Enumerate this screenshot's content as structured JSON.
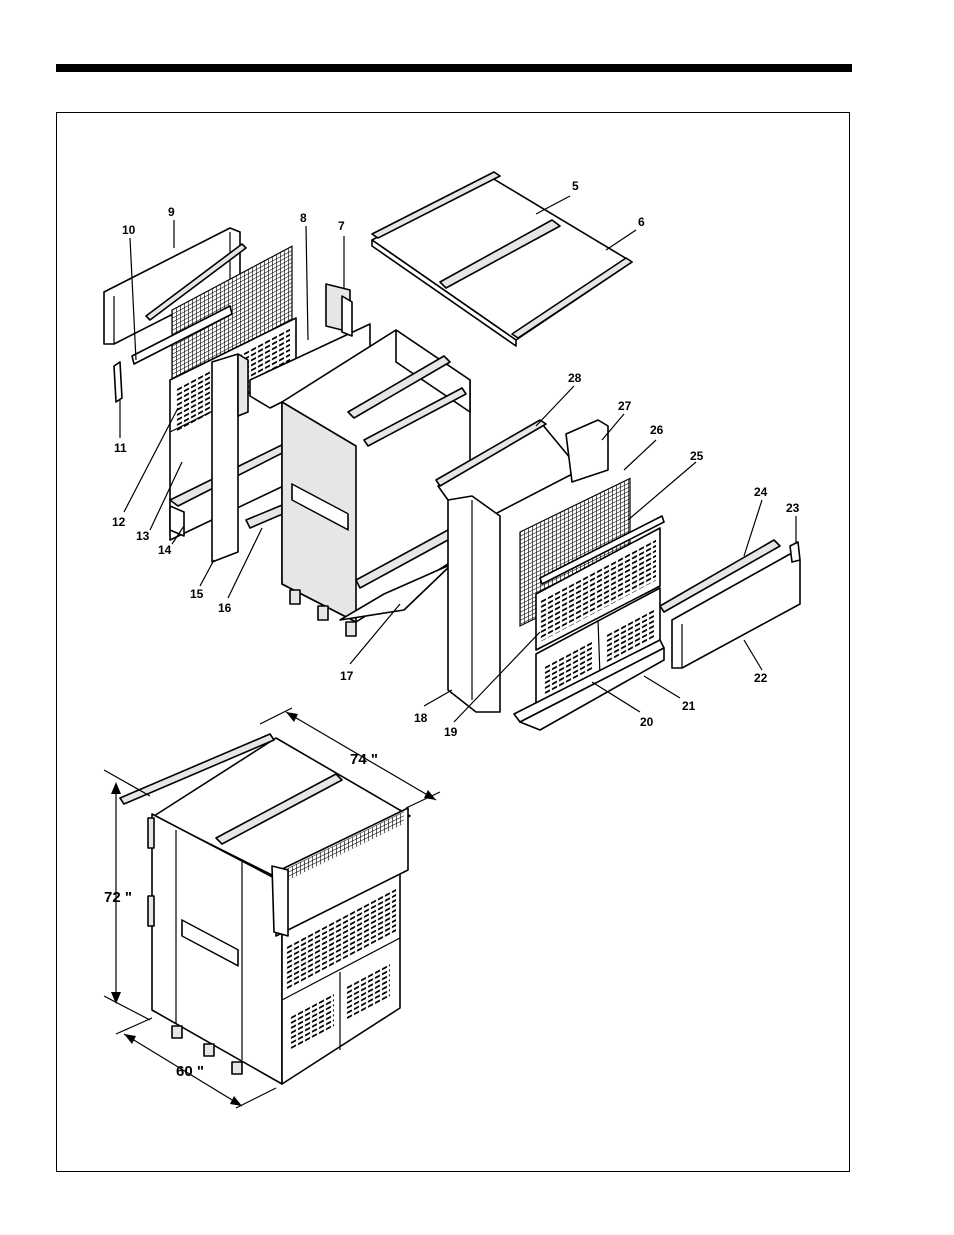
{
  "callouts": [
    "5",
    "6",
    "7",
    "8",
    "9",
    "10",
    "11",
    "12",
    "13",
    "14",
    "15",
    "16",
    "17",
    "18",
    "19",
    "20",
    "21",
    "22",
    "23",
    "24",
    "25",
    "26",
    "27",
    "28"
  ],
  "dimensions": {
    "width": "74 \"",
    "height": "72 \"",
    "depth": "60 \""
  },
  "colors": {
    "ink": "#000000",
    "paper": "#ffffff"
  }
}
